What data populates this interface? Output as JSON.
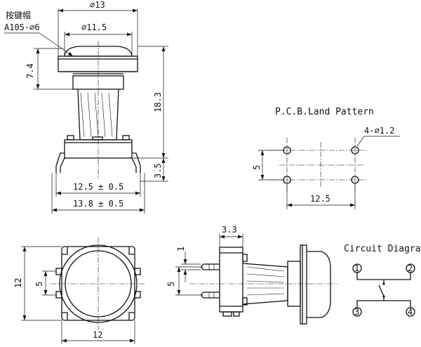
{
  "side_view": {
    "cap_callout_cn": "按键帽",
    "cap_callout_part": "A105-⌀6",
    "dim_overall_width": "⌀13",
    "dim_cap_top": "⌀11.5",
    "dim_cap_height": "7.4",
    "dim_total_height": "18.3",
    "dim_leg": "3.5",
    "dim_pin_pitch": "12.5 ± 0.5",
    "dim_pin_span": "13.8 ± 0.5"
  },
  "pcb": {
    "title": "P.C.B.Land Pattern",
    "holes_label": "4-⌀1.2",
    "dim_vertical": "5",
    "dim_horizontal": "12.5"
  },
  "top_view": {
    "dim_height": "12",
    "dim_pin_spacing": "5",
    "dim_width": "12"
  },
  "profile_view": {
    "dim_offset": "3.3",
    "dim_pin_thickness": "1",
    "dim_pin_spacing": "5"
  },
  "circuit": {
    "title": "Circuit Diagram",
    "terminals": [
      "1",
      "2",
      "3",
      "4"
    ]
  }
}
